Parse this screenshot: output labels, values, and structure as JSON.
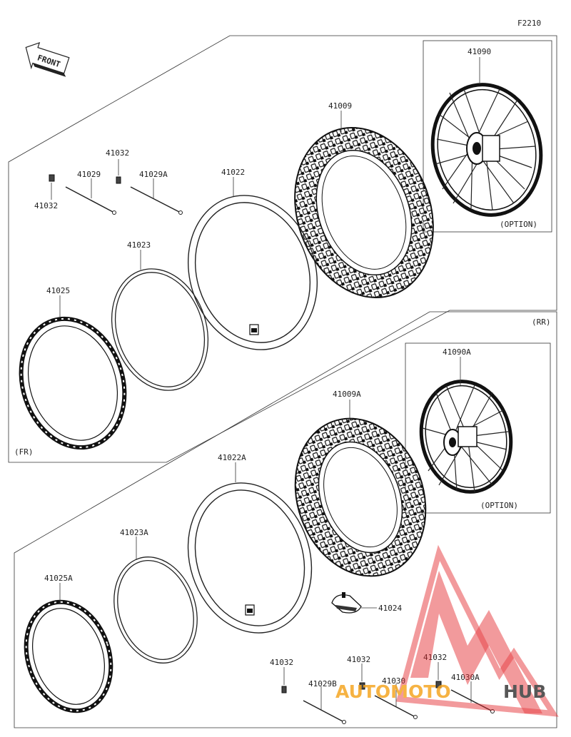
{
  "figure_code": "F2210",
  "front_label": "FRONT",
  "section_labels": {
    "front": "(FR)",
    "rear": "(RR)"
  },
  "option_label": "(OPTION)",
  "parts": {
    "wheel_front": "41090",
    "tire_front": "41009",
    "tube_front": "41022",
    "rim_band_front": "41023",
    "rim_front": "41025",
    "spoke_front": "41029",
    "spoke_front_a": "41029A",
    "nipple_front_top": "41032",
    "nipple_front_left": "41032",
    "wheel_rear": "41090A",
    "tire_rear": "41009A",
    "tube_rear": "41022A",
    "rim_band_rear": "41023A",
    "rim_rear": "41025A",
    "rim_lock": "41024",
    "nipple_rear_a": "41032",
    "spoke_rear_b": "41029B",
    "nipple_rear_b": "41032",
    "spoke_rear": "41030",
    "nipple_rear_c": "41032",
    "spoke_rear_a": "41030A"
  },
  "watermark": {
    "text_orange": "AUTOMOTO",
    "text_dark": "HUB",
    "colors": {
      "red": "#e3262b",
      "orange": "#f5a623",
      "dark": "#3a3a3a"
    }
  }
}
